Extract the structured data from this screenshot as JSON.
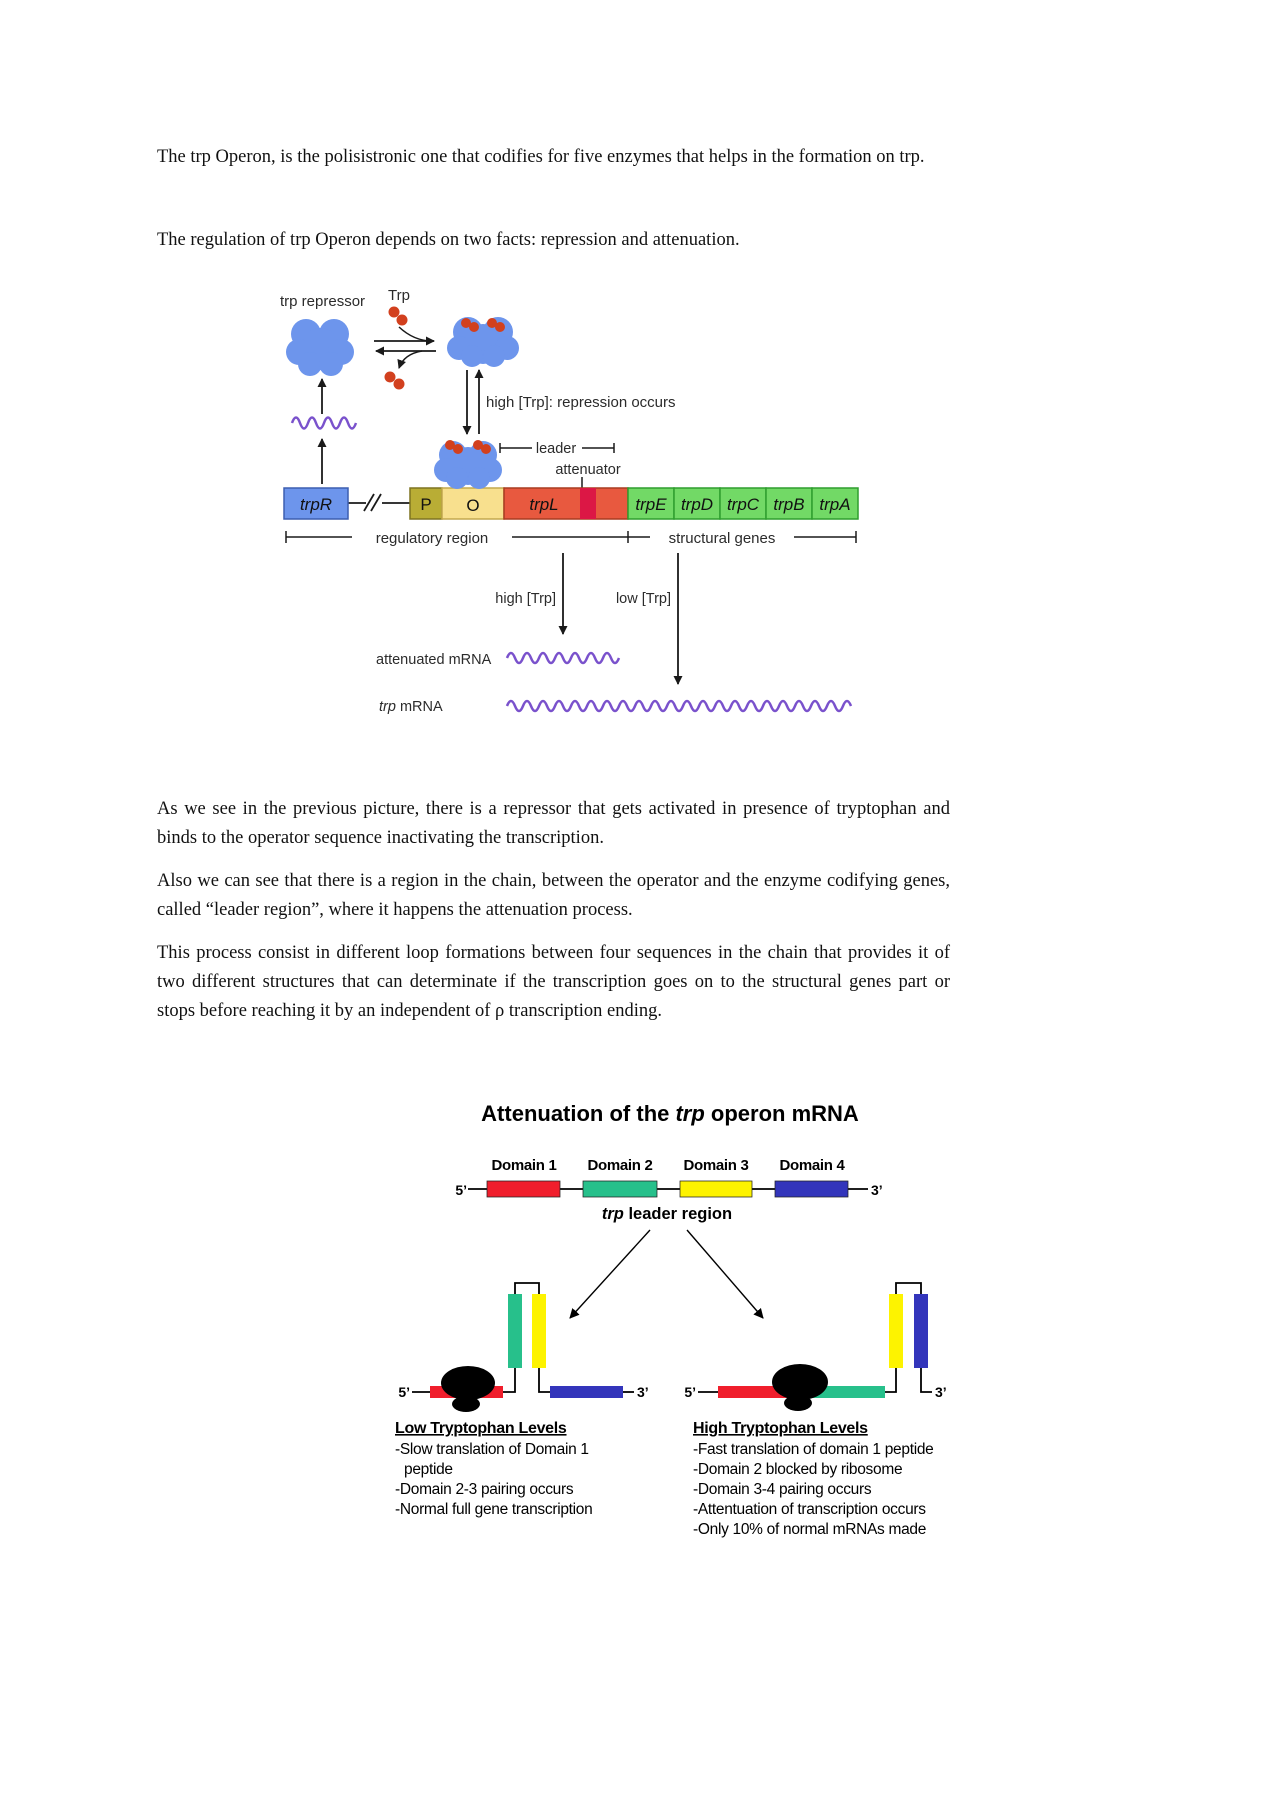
{
  "paragraphs": {
    "p1": "The trp Operon, is the polisistronic one that codifies for five enzymes that helps in the formation on trp.",
    "p2": "The regulation of trp Operon depends on two facts: repression and attenuation.",
    "p3": "As we see in the previous picture, there is a repressor that gets activated in presence of tryptophan and binds to the operator sequence inactivating the transcription.",
    "p4": "Also we can see that there is a region in the chain, between the operator and the enzyme codifying genes, called “leader region”, where it happens the attenuation process.",
    "p5": "This process consist in different loop formations between four sequences in the chain that provides it of two different structures that can determinate if the transcription goes on to the structural genes part or stops before reaching it by an independent of ρ transcription ending."
  },
  "figure1": {
    "trp_repressor_label": "trp repressor",
    "trp_label": "Trp",
    "repression_label": "high [Trp]: repression occurs",
    "leader_label": "leader",
    "attenuator_label": "attenuator",
    "regulatory_region_label": "regulatory region",
    "structural_genes_label": "structural genes",
    "high_trp_label": "high [Trp]",
    "low_trp_label": "low [Trp]",
    "attenuated_mrna_label": "attenuated mRNA",
    "trp_mrna_italic": "trp",
    "trp_mrna_rest": " mRNA",
    "repressor_color": "#6d95ec",
    "trp_molecule_color": "#d2401e",
    "mrna_color": "#7a52cc",
    "attenuator_color": "#dc1745",
    "genes": [
      {
        "label": "trpR",
        "fill": "#6d95ec",
        "stroke": "#3d5fb0"
      },
      {
        "label": "P",
        "fill": "#b9ad35",
        "stroke": "#7e7420"
      },
      {
        "label": "O",
        "fill": "#f8e08e",
        "stroke": "#c3a94e"
      },
      {
        "label": "trpL",
        "fill": "#e8593f",
        "stroke": "#a83c20"
      },
      {
        "label": "trpE",
        "fill": "#72d966",
        "stroke": "#2f9e2f"
      },
      {
        "label": "trpD",
        "fill": "#72d966",
        "stroke": "#2f9e2f"
      },
      {
        "label": "trpC",
        "fill": "#72d966",
        "stroke": "#2f9e2f"
      },
      {
        "label": "trpB",
        "fill": "#72d966",
        "stroke": "#2f9e2f"
      },
      {
        "label": "trpA",
        "fill": "#72d966",
        "stroke": "#2f9e2f"
      }
    ]
  },
  "figure2": {
    "title_prefix": "Attenuation of the ",
    "title_italic": "trp",
    "title_suffix": " operon mRNA",
    "domain_labels": [
      "Domain 1",
      "Domain 2",
      "Domain 3",
      "Domain 4"
    ],
    "domain_colors": [
      "#f01e2c",
      "#27c08b",
      "#fdf300",
      "#3335bb"
    ],
    "ribosome_color": "#000000",
    "five_prime": "5’",
    "three_prime": "3’",
    "leader_italic": "trp",
    "leader_rest": " leader region",
    "low": {
      "heading": "Low Tryptophan Levels",
      "lines": [
        "-Slow translation of Domain 1",
        "peptide",
        "-Domain 2-3 pairing occurs",
        "-Normal full gene transcription"
      ]
    },
    "high": {
      "heading": "High Tryptophan Levels",
      "lines": [
        "-Fast translation of domain 1 peptide",
        "-Domain 2 blocked by ribosome",
        "-Domain 3-4 pairing occurs",
        "-Attentuation of transcription occurs",
        "-Only 10% of normal mRNAs made"
      ]
    }
  }
}
